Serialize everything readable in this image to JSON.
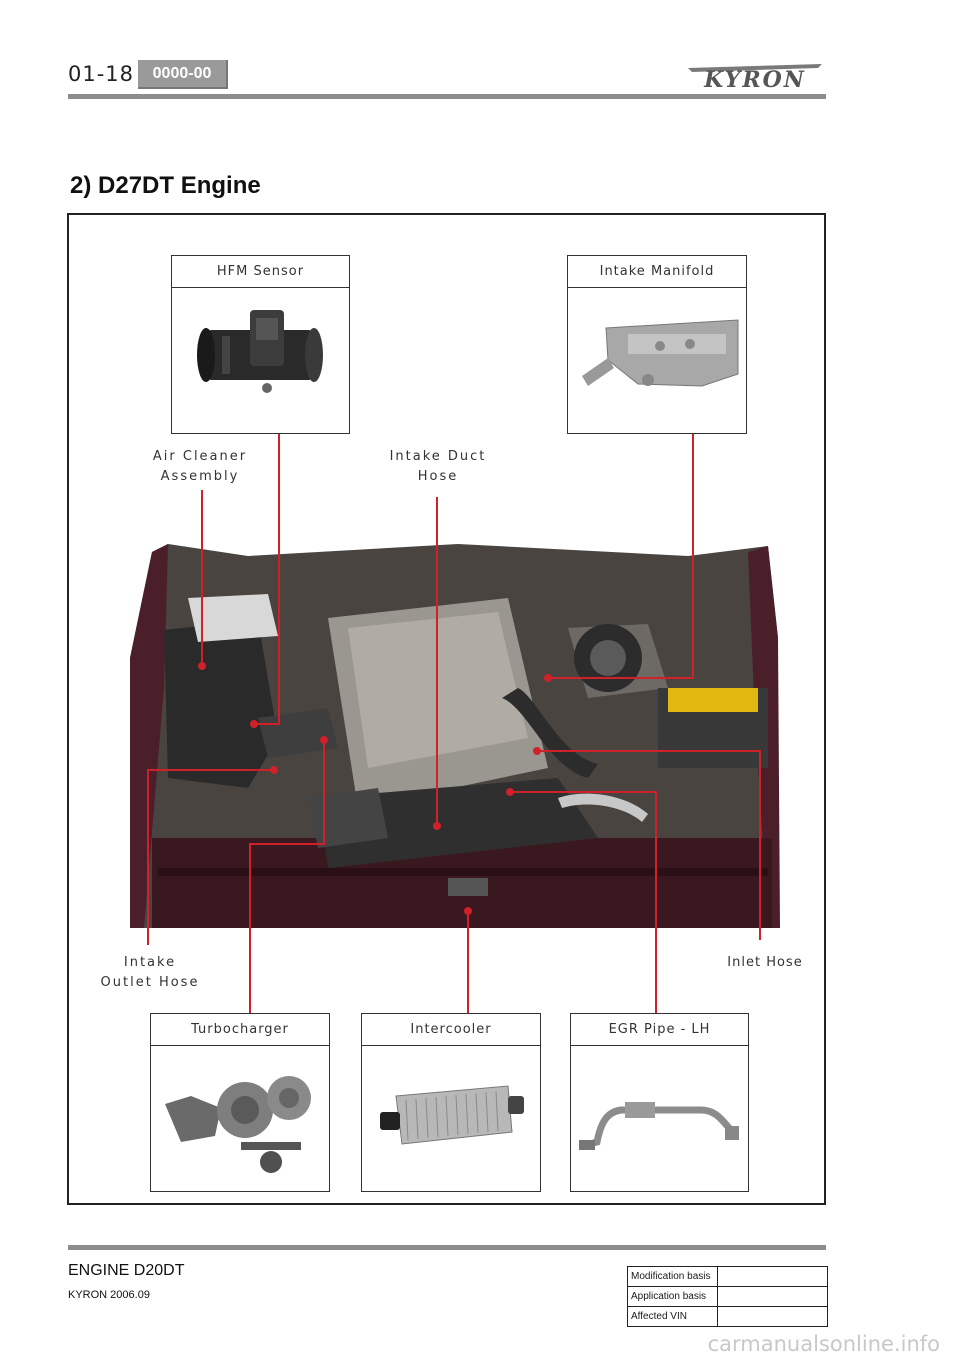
{
  "header": {
    "page_number": "01-18",
    "section_code": "0000-00",
    "brand": "KYRON"
  },
  "section_title": "2) D27DT Engine",
  "components": {
    "hfm_sensor": "HFM Sensor",
    "intake_manifold": "Intake Manifold",
    "turbocharger": "Turbocharger",
    "intercooler": "Intercooler",
    "egr_pipe": "EGR Pipe - LH"
  },
  "labels": {
    "air_cleaner": "Air Cleaner\nAssembly",
    "intake_duct": "Intake Duct\nHose",
    "intake_outlet": "Intake\nOutlet Hose",
    "inlet_hose": "Inlet Hose"
  },
  "leader_color": "#d0202a",
  "footer": {
    "manual_title": "ENGINE D20DT",
    "edition": "KYRON 2006.09",
    "revision_rows": [
      "Modification basis",
      "Application basis",
      "Affected VIN"
    ]
  },
  "watermark": "carmanualsonline.info"
}
